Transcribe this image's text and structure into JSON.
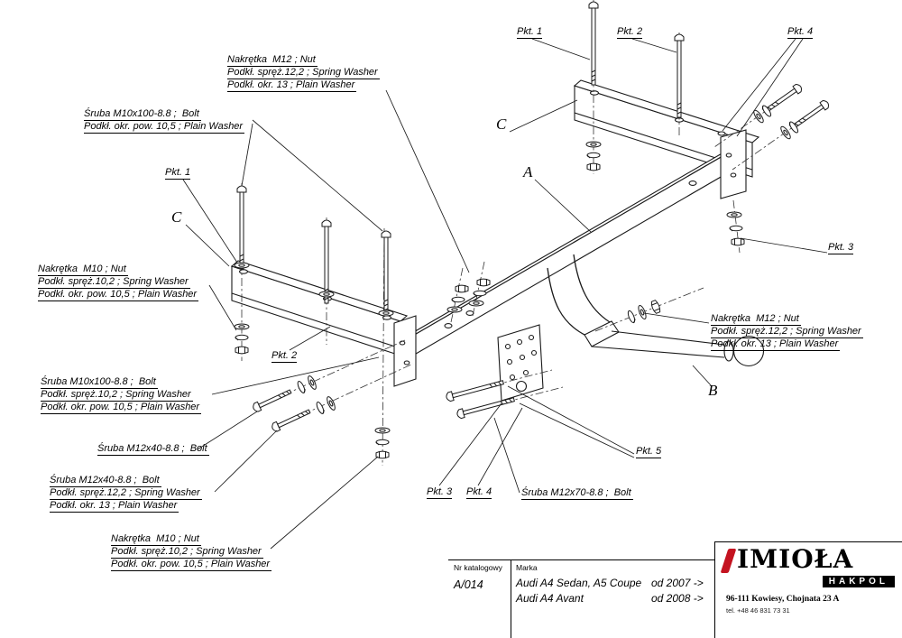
{
  "diagram": {
    "callouts": [
      {
        "id": "nut-m12-top",
        "lines": [
          "Nakrętka  M12 ; Nut",
          "Podkł. spręż.12,2 ; Spring Washer",
          "Podkł. okr. 13 ; Plain Washer"
        ]
      },
      {
        "id": "bolt-m10-top-left",
        "lines": [
          "Śruba M10x100-8.8 ;  Bolt",
          "Podkł. okr. pow. 10,5 ; Plain Washer"
        ]
      },
      {
        "id": "nut-m10-left",
        "lines": [
          "Nakrętka  M10 ; Nut",
          "Podkł. spręż.10,2 ; Spring Washer",
          "Podkł. okr. pow. 10,5 ; Plain Washer"
        ]
      },
      {
        "id": "bolt-m10-left-lower",
        "lines": [
          "Śruba M10x100-8.8 ;  Bolt",
          "Podkł. spręż.10,2 ; Spring Washer",
          "Podkł. okr. pow. 10,5 ; Plain Washer"
        ]
      },
      {
        "id": "bolt-m12x40",
        "lines": [
          "Śruba M12x40-8.8 ;  Bolt"
        ]
      },
      {
        "id": "bolt-m12x40-washers",
        "lines": [
          "Śruba M12x40-8.8 ;  Bolt",
          "Podkł. spręż.12,2 ; Spring Washer",
          "Podkł. okr. 13 ; Plain Washer"
        ]
      },
      {
        "id": "nut-m10-bottom",
        "lines": [
          "Nakrętka  M10 ; Nut",
          "Podkł. spręż.10,2 ; Spring Washer",
          "Podkł. okr. pow. 10,5 ; Plain Washer"
        ]
      },
      {
        "id": "bolt-m12x70",
        "lines": [
          "Śruba M12x70-8.8 ;  Bolt"
        ]
      },
      {
        "id": "nut-m12-right",
        "lines": [
          "Nakrętka  M12 ; Nut",
          "Podkł. spręż.12,2 ; Spring Washer",
          "Podkł. okr. 13 ; Plain Washer"
        ]
      }
    ],
    "points": [
      {
        "id": "pkt1-top",
        "label": "Pkt. 1"
      },
      {
        "id": "pkt2-top",
        "label": "Pkt. 2"
      },
      {
        "id": "pkt4-top",
        "label": "Pkt. 4"
      },
      {
        "id": "pkt1-left",
        "label": "Pkt. 1"
      },
      {
        "id": "pkt3-right",
        "label": "Pkt. 3"
      },
      {
        "id": "pkt2-left",
        "label": "Pkt. 2"
      },
      {
        "id": "pkt5",
        "label": "Pkt. 5"
      },
      {
        "id": "pkt3-bottom",
        "label": "Pkt. 3"
      },
      {
        "id": "pkt4-bottom",
        "label": "Pkt. 4"
      }
    ],
    "part_labels": [
      {
        "id": "c-top",
        "label": "C"
      },
      {
        "id": "a",
        "label": "A"
      },
      {
        "id": "c-left",
        "label": "C"
      },
      {
        "id": "b",
        "label": "B"
      }
    ]
  },
  "footer": {
    "catalog_label": "Nr katalogowy",
    "brand_label": "Marka",
    "catalog_number": "A/014",
    "models": [
      {
        "name": "Audi A4 Sedan, A5 Coupe",
        "years": "od 2007 ->"
      },
      {
        "name": "Audi A4 Avant",
        "years": "od 2008 ->"
      }
    ]
  },
  "logo": {
    "brand": "IMIOŁA",
    "sub_brand": "HAKPOL",
    "address": "96-111 Kowiesy, Chojnata 23 A",
    "phone": "tel. +48 46 831 73 31"
  }
}
